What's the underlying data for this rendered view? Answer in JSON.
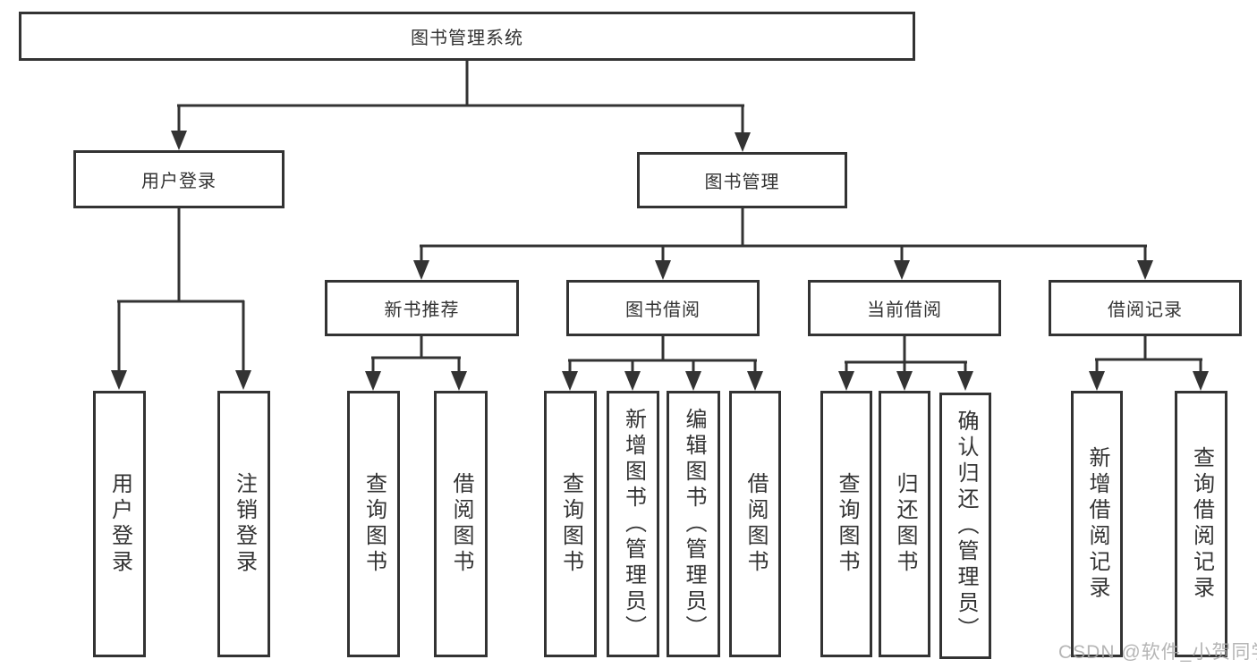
{
  "diagram": {
    "root": {
      "label": "图书管理系统"
    },
    "level2": {
      "user_login": {
        "label": "用户登录"
      },
      "book_mgmt": {
        "label": "图书管理"
      }
    },
    "level3": {
      "new_book_rec": {
        "label": "新书推荐"
      },
      "book_borrow": {
        "label": "图书借阅"
      },
      "current_borrow": {
        "label": "当前借阅"
      },
      "borrow_record": {
        "label": "借阅记录"
      }
    },
    "leaves": {
      "user_login_leaf": {
        "label": "用户登录"
      },
      "logout_leaf": {
        "label": "注销登录"
      },
      "nbr_query_book": {
        "label": "查询图书"
      },
      "nbr_borrow_book": {
        "label": "借阅图书"
      },
      "bb_query_book": {
        "label": "查询图书"
      },
      "bb_add_book": {
        "label": "新增图书（管理员）"
      },
      "bb_edit_book": {
        "label": "编辑图书（管理员）"
      },
      "bb_borrow_book": {
        "label": "借阅图书"
      },
      "cb_query_book": {
        "label": "查询图书"
      },
      "cb_return_book": {
        "label": "归还图书"
      },
      "cb_confirm_return": {
        "label": "确认归还（管理员）"
      },
      "br_add_record": {
        "label": "新增借阅记录"
      },
      "br_query_record": {
        "label": "查询借阅记录"
      }
    }
  },
  "colors": {
    "line": "#333333",
    "text": "#333333",
    "background": "#ffffff",
    "watermark": "#a9a9a9"
  },
  "watermark": {
    "text": "CSDN @软件_小贺同学"
  }
}
